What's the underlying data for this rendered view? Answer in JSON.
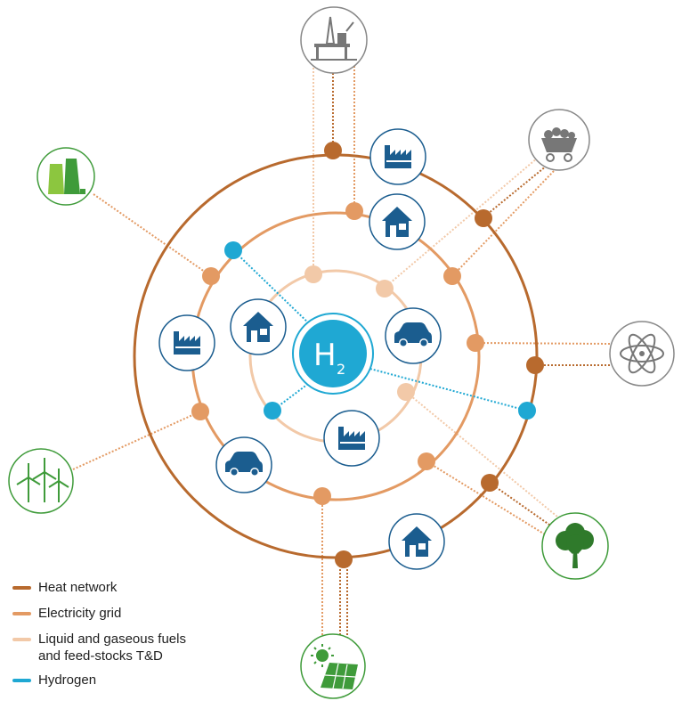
{
  "colors": {
    "heat": "#b86a2e",
    "electricity": "#e39a63",
    "fuels": "#f2c9a8",
    "hydrogen": "#1fa8d3",
    "consumer_icon": "#1b5d8f",
    "source_icon": "#777777",
    "renewable_icon": "#3f9b3a"
  },
  "hub": {
    "label": "H",
    "subscript": "2"
  },
  "legend": [
    {
      "key": "heat",
      "label": "Heat network"
    },
    {
      "key": "electricity",
      "label": "Electricity grid"
    },
    {
      "key": "fuels",
      "label": "Liquid and gaseous fuels\nand feed-stocks T&D"
    },
    {
      "key": "hydrogen",
      "label": "Hydrogen"
    }
  ],
  "sources": [
    "oil-platform",
    "coal-cart",
    "nuclear-atom",
    "tree",
    "solar-panel",
    "wind-turbines",
    "power-plant"
  ],
  "consumers": [
    "factory",
    "house",
    "car"
  ]
}
